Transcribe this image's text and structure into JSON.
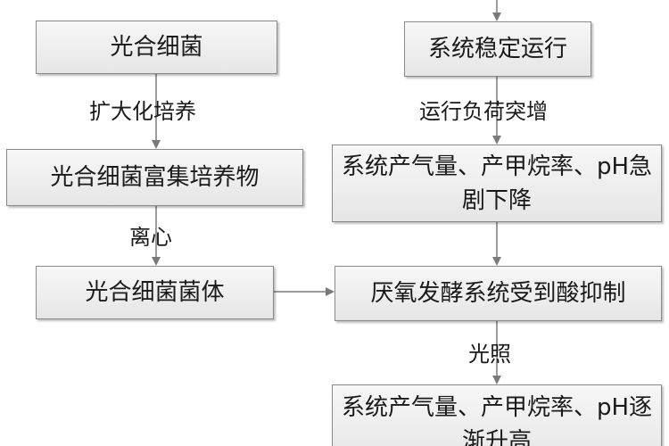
{
  "boxes": {
    "photo_bacteria": "光合细菌",
    "enriched_culture": "光合细菌富集培养物",
    "bacteria_cells": "光合细菌菌体",
    "system_stable": "系统稳定运行",
    "output_drop": "系统产气量、产甲烷率、pH急剧下降",
    "acid_inhibition": "厌氧发酵系统受到酸抑制",
    "output_rise": "系统产气量、产甲烷率、pH逐渐升高"
  },
  "labels": {
    "scale_up": "扩大化培养",
    "centrifuge": "离心",
    "load_surge": "运行负荷突增",
    "illumination": "光照"
  },
  "colors": {
    "box_border": "#8a8a8a",
    "arrow": "#7a7a7a",
    "text": "#1a1a1a"
  }
}
